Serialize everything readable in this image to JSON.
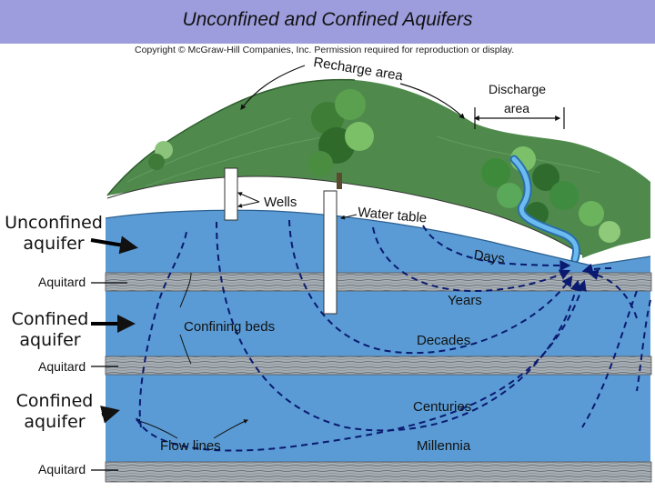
{
  "title": "Unconfined and Confined Aquifers",
  "copyright": "Copyright © McGraw-Hill Companies, Inc. Permission required for reproduction or display.",
  "diagram": {
    "recharge_area": "Recharge area",
    "discharge_area_line1": "Discharge",
    "discharge_area_line2": "area",
    "wells": "Wells",
    "water_table": "Water table",
    "days": "Days",
    "years": "Years",
    "decades": "Decades",
    "centuries": "Centuries",
    "millennia": "Millennia",
    "confining_beds": "Confining beds",
    "flow_lines": "Flow lines"
  },
  "side_labels": {
    "unconfined_line1": "Unconfined",
    "unconfined_line2": "aquifer",
    "confined1_line1": "Confined",
    "confined1_line2": "aquifer",
    "confined2_line1": "Confined",
    "confined2_line2": "aquifer",
    "aquitard1": "Aquitard",
    "aquitard2": "Aquitard",
    "aquitard3": "Aquitard"
  },
  "colors": {
    "title_bar": "#9d9ddd",
    "groundwater": "#5a9bd5",
    "aquitard": "#9aa3ab",
    "hill": "#4f8a4c",
    "stream": "#4fa4e0"
  }
}
